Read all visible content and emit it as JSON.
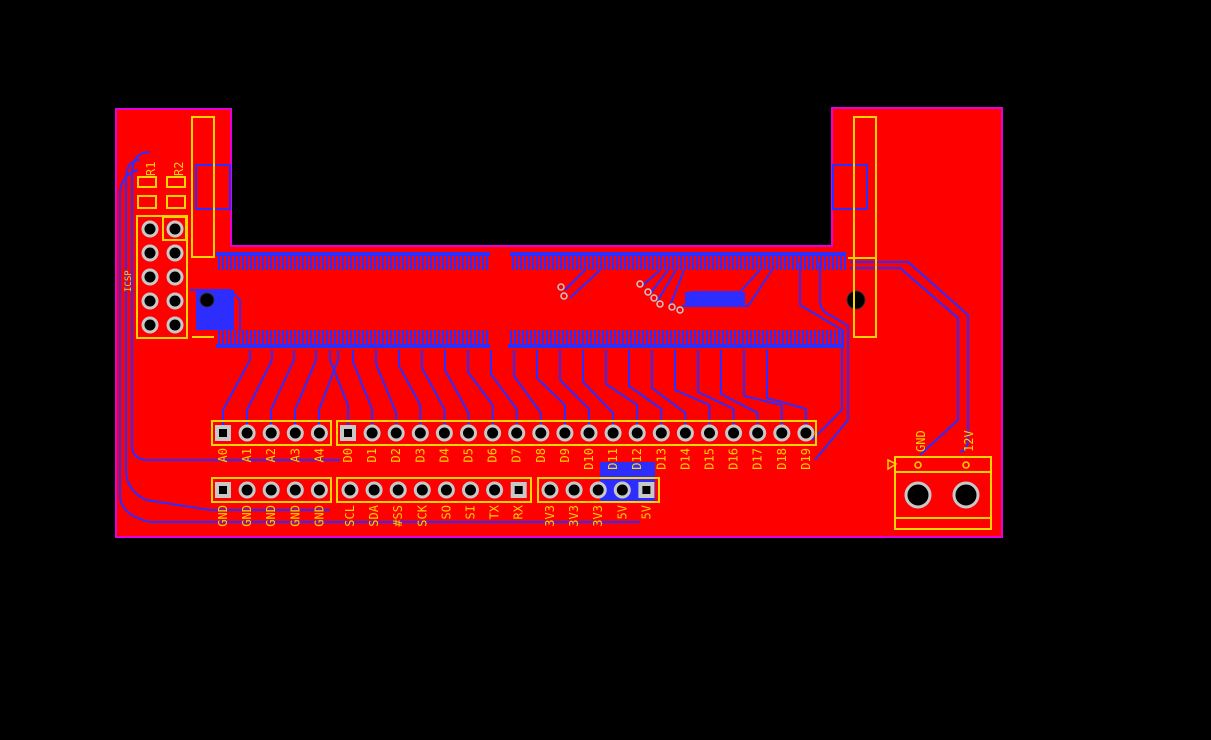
{
  "colors": {
    "background": "#000000",
    "copper_top": "#ff0000",
    "copper_bottom": "#2d2dff",
    "silkscreen": "#ffd400",
    "board_outline": "#e000e0",
    "pad": "#c8c8c8"
  },
  "labels": {
    "r1": "R1",
    "r2": "R2",
    "icsp": "ICSP",
    "gnd_power": "GND",
    "v12_power": "12V"
  },
  "row1_analog": [
    "A0",
    "A1",
    "A2",
    "A3",
    "A4"
  ],
  "row1_digital": [
    "D0",
    "D1",
    "D2",
    "D3",
    "D4",
    "D5",
    "D6",
    "D7",
    "D8",
    "D9",
    "D10",
    "D11",
    "D12",
    "D13",
    "D14",
    "D15",
    "D16",
    "D17",
    "D18",
    "D19"
  ],
  "row2_gnd": [
    "GND",
    "GND",
    "GND",
    "GND",
    "GND"
  ],
  "row2_signals": [
    "SCL",
    "SDA",
    "#SS",
    "SCK",
    "SO",
    "SI",
    "TX",
    "RX"
  ],
  "row2_power": [
    "3V3",
    "3V3",
    "3V3",
    "5V",
    "5V"
  ]
}
